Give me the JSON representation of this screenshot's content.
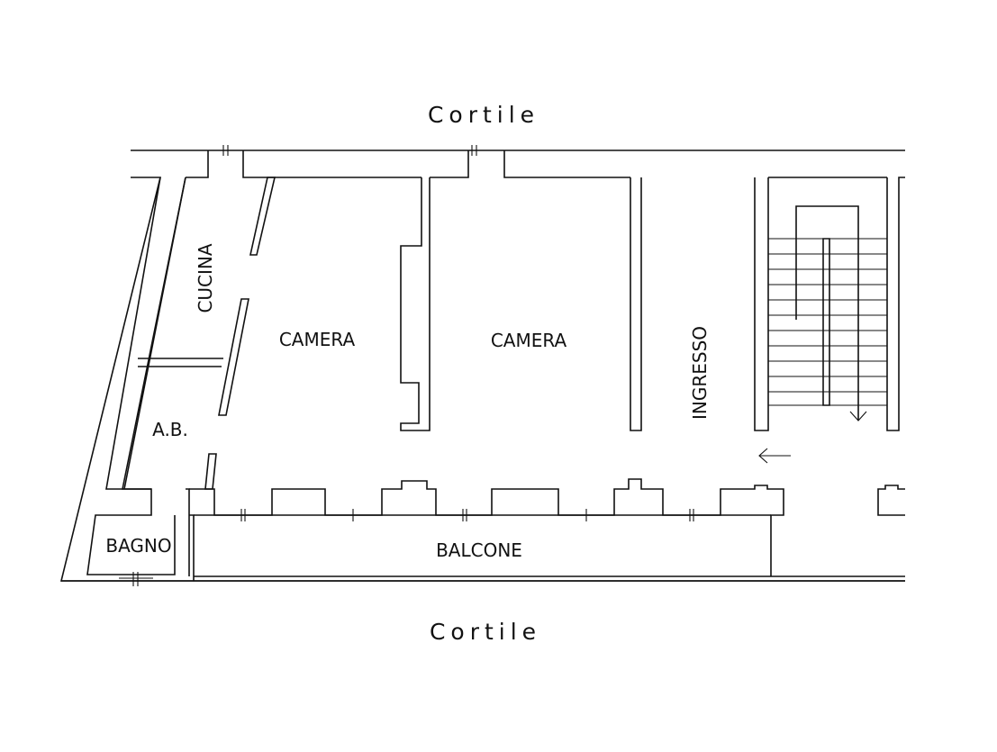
{
  "labels": {
    "courtyard_top": "Cortile",
    "courtyard_bottom": "Cortile",
    "kitchen": "CUCINA",
    "room_left": "CAMERA",
    "room_right": "CAMERA",
    "entrance": "INGRESSO",
    "closet": "A.B.",
    "bathroom": "BAGNO",
    "balcony": "BALCONE"
  },
  "colors": {
    "line": "#111111",
    "background": "#ffffff"
  },
  "icons": [
    "entrance-arrow-icon",
    "stair-direction-arrow-icon"
  ]
}
